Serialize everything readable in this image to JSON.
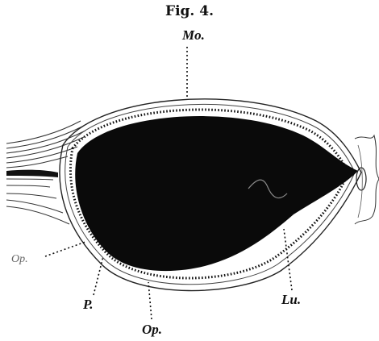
{
  "figure": {
    "title": "Fig. 4.",
    "labels": {
      "mo": "Mo.",
      "op_left": "Op.",
      "p": "P.",
      "lu": "Lu.",
      "op_bottom": "Op."
    }
  },
  "colors": {
    "ink": "#111111",
    "faint_label": "#666666",
    "paper": "#ffffff"
  }
}
